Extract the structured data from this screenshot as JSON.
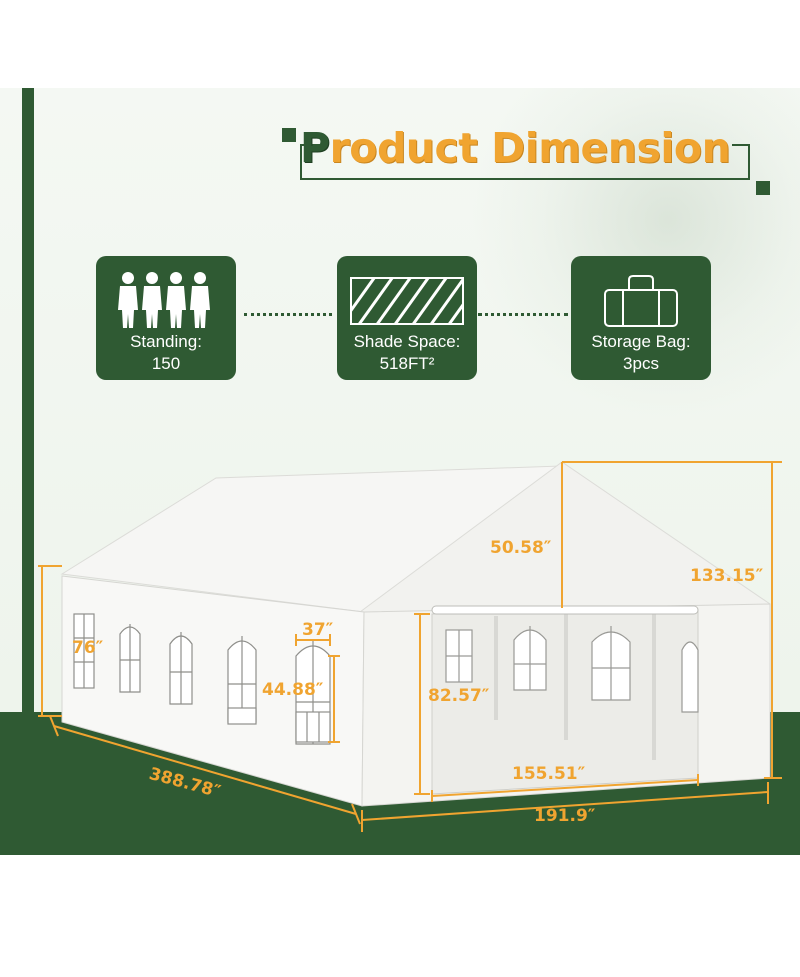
{
  "header": {
    "title_first": "P",
    "title_rest": "roduct Dimension"
  },
  "features": [
    {
      "icon": "people-icon",
      "label_line1": "Standing:",
      "label_line2": "150"
    },
    {
      "icon": "hatched-area-icon",
      "label_line1": "Shade Space:",
      "label_line2": "518FT²"
    },
    {
      "icon": "storage-bag-icon",
      "label_line1": "Storage Bag:",
      "label_line2": "3pcs"
    }
  ],
  "dimensions": {
    "side_wall_height": "76″",
    "window_width": "37″",
    "window_height": "44.88″",
    "roof_rise": "50.58″",
    "door_height": "82.57″",
    "total_height": "133.15″",
    "door_width": "155.51″",
    "front_width": "191.9″",
    "length": "388.78″"
  },
  "colors": {
    "brand_green": "#2f5a33",
    "accent_orange": "#f0a430",
    "background_tint": "#eef4ec"
  }
}
